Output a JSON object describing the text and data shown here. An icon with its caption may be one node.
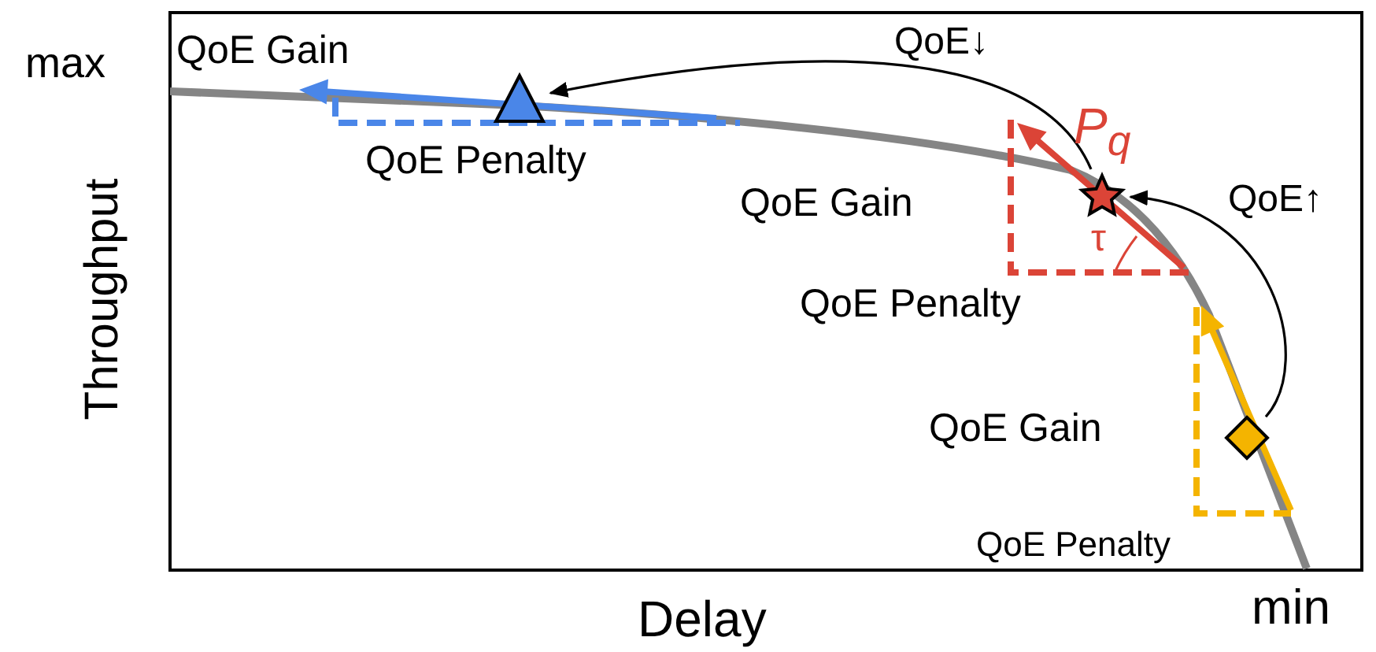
{
  "diagram": {
    "nodes": [
      {
        "text": [],
        "shape": "triangle"
      },
      {
        "text": [],
        "shape": "star"
      },
      {
        "text": [],
        "shape": "diamond"
      }
    ],
    "edges": [
      {
        "from": 1,
        "to": 0,
        "arrow": "to",
        "label": "QoE↓"
      },
      {
        "from": 2,
        "to": 1,
        "arrow": "to",
        "label": "QoE↑"
      }
    ],
    "labels": [
      "max",
      "QoE Gain",
      "QoE Penalty",
      "P$_{q}$",
      "QoE Gain",
      "τ",
      "QoE Penalty",
      "Throughput",
      "QoE Gain",
      "QoE Penalty",
      "Delay",
      "min"
    ]
  }
}
